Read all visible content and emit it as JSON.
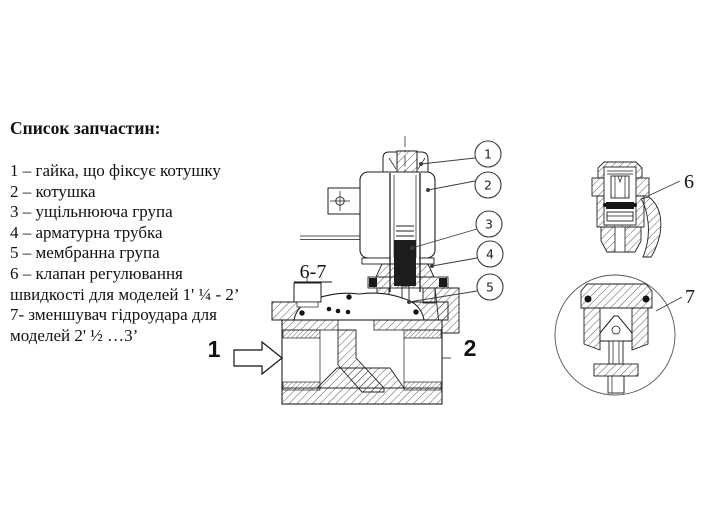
{
  "document": {
    "background": "#ffffff",
    "ink": "#1f1f1f"
  },
  "parts_list": {
    "title": "Список запчастин:",
    "lines": [
      "1 – гайка, що фіксує котушку",
      "2 – котушка",
      "3 – ущільнююча група",
      "4 – арматурна трубка",
      "5 – мембранна група",
      "6 – клапан регулювання",
      "швидкості для моделей 1' ¼ - 2’",
      "7- зменшувач гідроудара для",
      "моделей 2' ½ …3’"
    ]
  },
  "diagram": {
    "section_label": "6-7",
    "inlet_label": "1",
    "outlet_label": "2",
    "callouts": [
      "1",
      "2",
      "3",
      "4",
      "5"
    ],
    "details": [
      {
        "label": "6"
      },
      {
        "label": "7"
      }
    ]
  }
}
